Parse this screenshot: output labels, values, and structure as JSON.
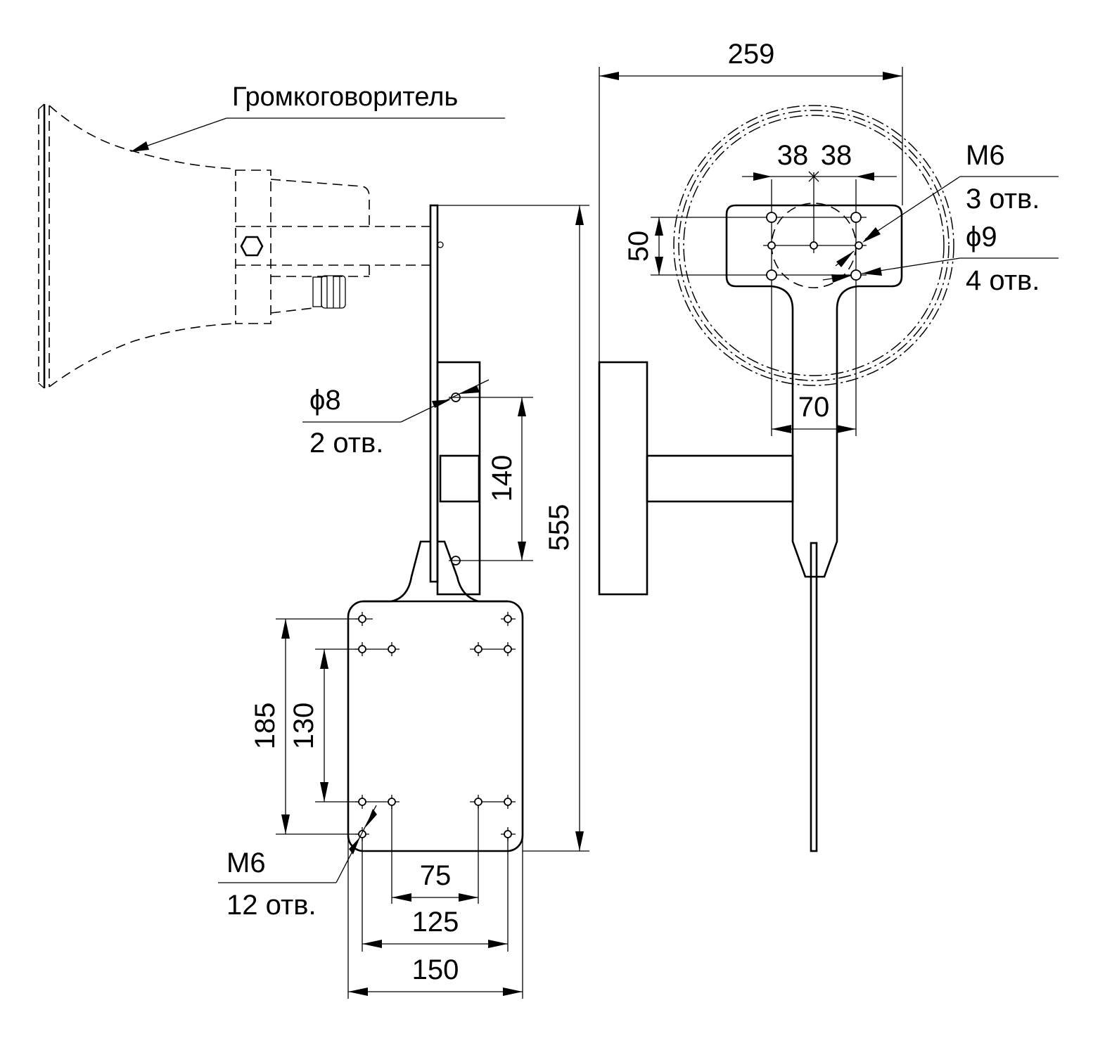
{
  "callouts": {
    "loudspeaker": "Громкоговоритель",
    "m6_bracket": "M6",
    "m6_bracket_count": "3 отв.",
    "d9_bracket": "ϕ9",
    "d9_bracket_count": "4 отв.",
    "d8_wall": "ϕ8",
    "d8_wall_count": "2 отв.",
    "m6_plate": "M6",
    "m6_plate_count": "12 отв."
  },
  "dimensions": {
    "total_width": "259",
    "bracket_offset_left": "38",
    "bracket_offset_right": "38",
    "bracket_hole_pitch": "50",
    "arm_width": "70",
    "wall_hole_pitch": "140",
    "total_height": "555",
    "plate_outer_hole_pitch": "185",
    "plate_inner_hole_pitch": "130",
    "plate_inner_spacing": "75",
    "plate_hole_spacing": "125",
    "plate_width": "150"
  }
}
